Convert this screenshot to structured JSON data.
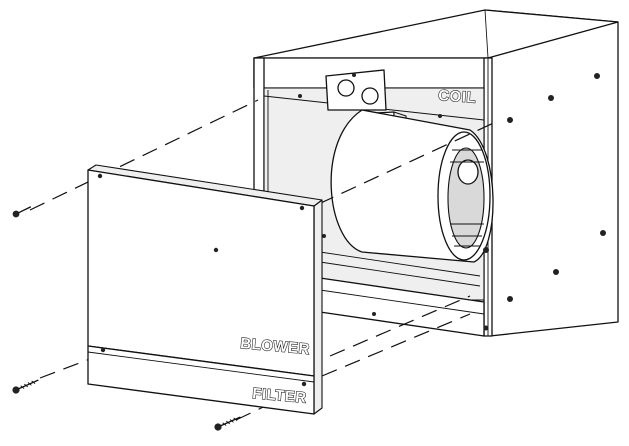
{
  "labels": {
    "coil": "COIL",
    "blower": "BLOWER",
    "filter": "FILTER"
  },
  "colors": {
    "line": "#111111",
    "background": "#ffffff",
    "label_fill": "#ffffff"
  },
  "icons": [
    "screw-icon",
    "bolt-icon"
  ]
}
